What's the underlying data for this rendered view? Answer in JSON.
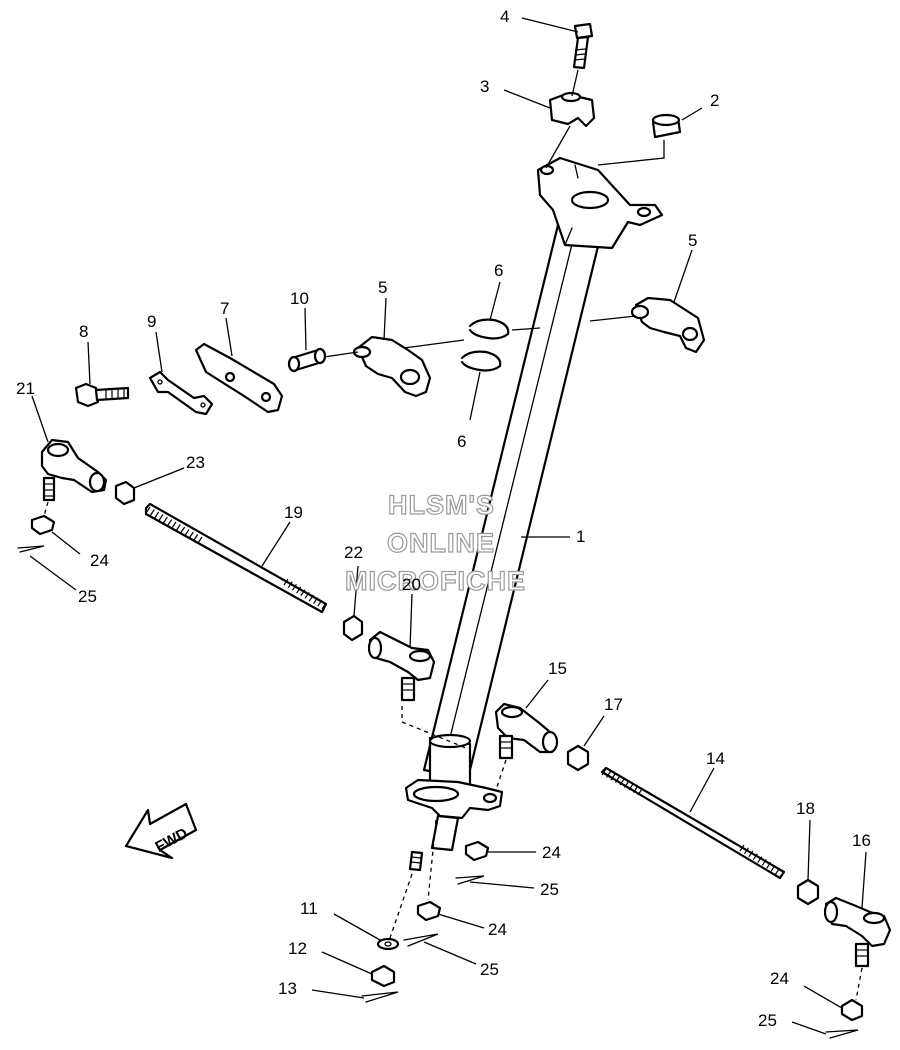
{
  "watermark": {
    "line1": "HLSM'S",
    "line2": "ONLINE",
    "line3": "MICROFICHE"
  },
  "direction_label": "FWD",
  "callouts": {
    "p1": "1",
    "p2": "2",
    "p3": "3",
    "p4": "4",
    "p5a": "5",
    "p5b": "5",
    "p6a": "6",
    "p6b": "6",
    "p7": "7",
    "p8": "8",
    "p9": "9",
    "p10": "10",
    "p11": "11",
    "p12": "12",
    "p13": "13",
    "p14": "14",
    "p15": "15",
    "p16": "16",
    "p17": "17",
    "p18": "18",
    "p19": "19",
    "p20": "20",
    "p21": "21",
    "p22": "22",
    "p23": "23",
    "p24a": "24",
    "p24b": "24",
    "p24c": "24",
    "p24d": "24",
    "p25a": "25",
    "p25b": "25",
    "p25c": "25",
    "p25d": "25"
  }
}
